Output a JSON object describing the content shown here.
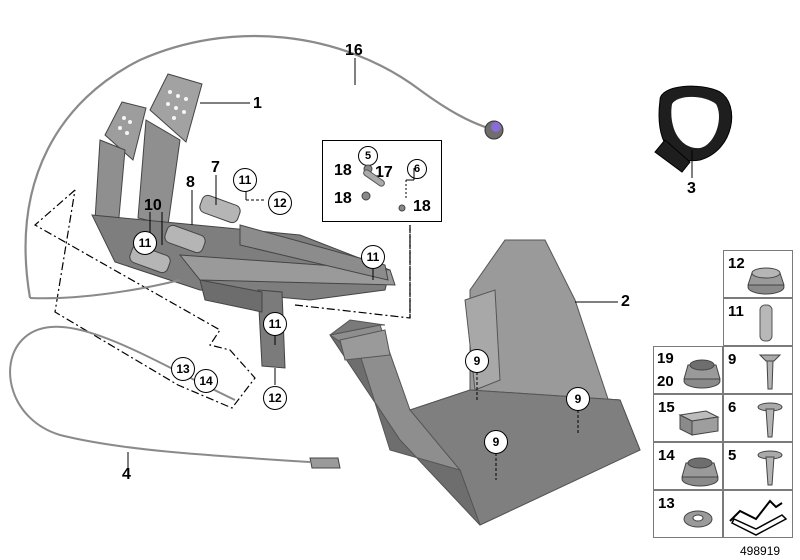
{
  "main_labels": [
    "1",
    "2",
    "3",
    "4",
    "16",
    "7",
    "8",
    "10"
  ],
  "circled_labels": {
    "c11_a": "11",
    "c12_a": "12",
    "c11_b": "11",
    "c11_c": "11",
    "c11_d": "11",
    "c12_b": "12",
    "c13": "13",
    "c14": "14",
    "c9_a": "9",
    "c9_b": "9",
    "c9_c": "9",
    "c5": "5",
    "c6": "6"
  },
  "inset": {
    "l18_a": "18",
    "l17": "17",
    "l18_b": "18",
    "l18_c": "18"
  },
  "parts_table": {
    "r12": "12",
    "r11": "11",
    "r19": "19",
    "r20": "20",
    "r9": "9",
    "r15": "15",
    "r6": "6",
    "r14": "14",
    "r5": "5",
    "r13": "13"
  },
  "doc_number": "498919",
  "colors": {
    "part_fill": "#8a8a8a",
    "part_dark": "#5c5c5c",
    "part_light": "#b8b8b8",
    "line": "#000000"
  }
}
